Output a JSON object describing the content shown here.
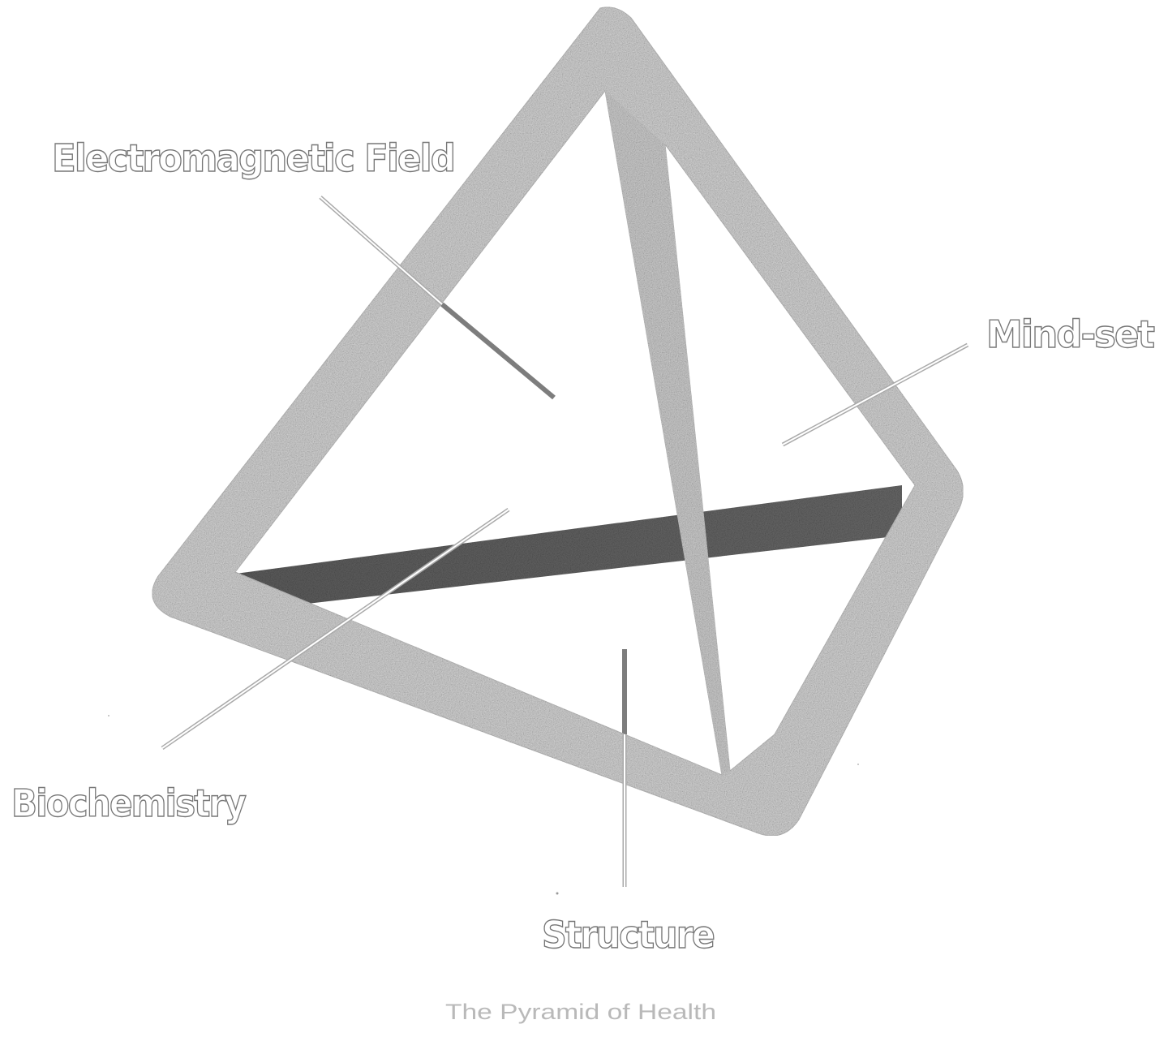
{
  "labels": {
    "electromagnetic": "Electromagnetic Field",
    "mindset": "Mind-set",
    "biochemistry": "Biochemistry",
    "structure": "Structure"
  },
  "caption": "The Pyramid of Health"
}
